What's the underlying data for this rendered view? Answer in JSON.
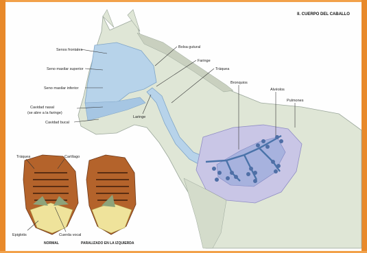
{
  "page": {
    "title": "II. CUERPO DEL CABALLO"
  },
  "labels": {
    "senos_frontales": "Senos frontales",
    "seno_maxilar_superior": "Seno maxilar superior",
    "seno_maxilar_inferior": "Seno maxilar inferior",
    "cavidad_nasal": "Cavidad nasal",
    "cavidad_nasal_sub": "(se abre a la faringe)",
    "cavidad_bucal": "Cavidad bucal",
    "bolsa_gutural": "Bolsa gutural",
    "faringe": "Faringe",
    "traquea": "Tráquea",
    "laringe": "Laringe",
    "bronquios": "Bronquios",
    "alveolos": "Alvéolos",
    "pulmones": "Pulmones"
  },
  "inset": {
    "traquea": "Tráquea",
    "cartilago": "Cartílago",
    "epiglotis": "Epiglotis",
    "cuerda_vocal": "Cuerda vocal",
    "caption_left": "NORMAL",
    "caption_right": "PARALIZADO EN LA IZQUIERDA"
  },
  "colors": {
    "frame": "#e8892a",
    "horse_body": "#dfe6d6",
    "airway": "#b7d3ea",
    "lung": "#c9c6e6"
  }
}
